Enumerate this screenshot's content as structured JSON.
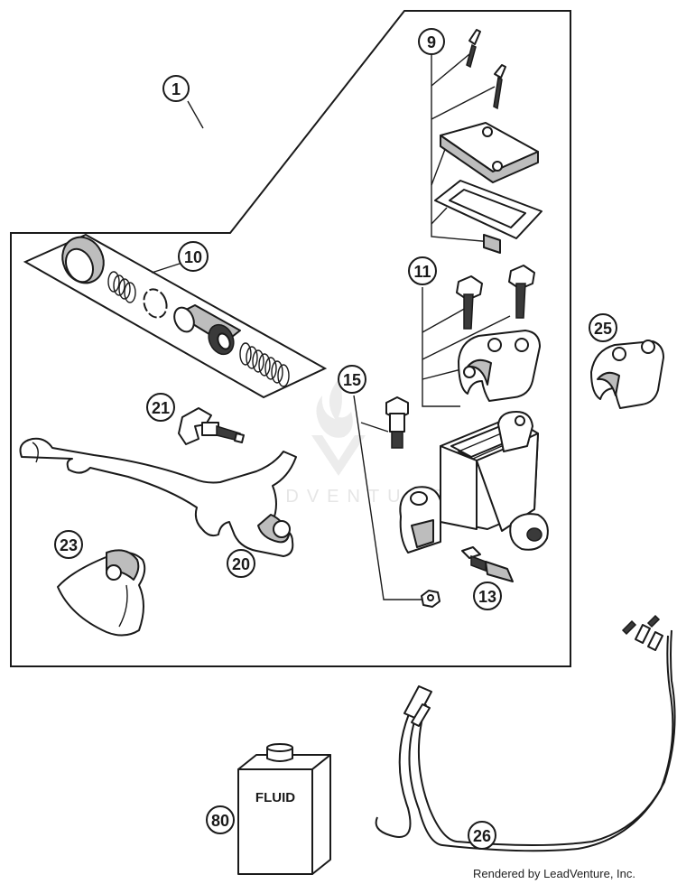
{
  "callouts": {
    "c1": "1",
    "c9": "9",
    "c10": "10",
    "c11": "11",
    "c13": "13",
    "c15": "15",
    "c20": "20",
    "c21": "21",
    "c23": "23",
    "c25": "25",
    "c26": "26",
    "c80": "80"
  },
  "fluid_label": "FLUID",
  "watermark": "LEADVENTURE",
  "credit": "Rendered by LeadVenture, Inc.",
  "icons": [
    "watermark-logo-icon"
  ]
}
